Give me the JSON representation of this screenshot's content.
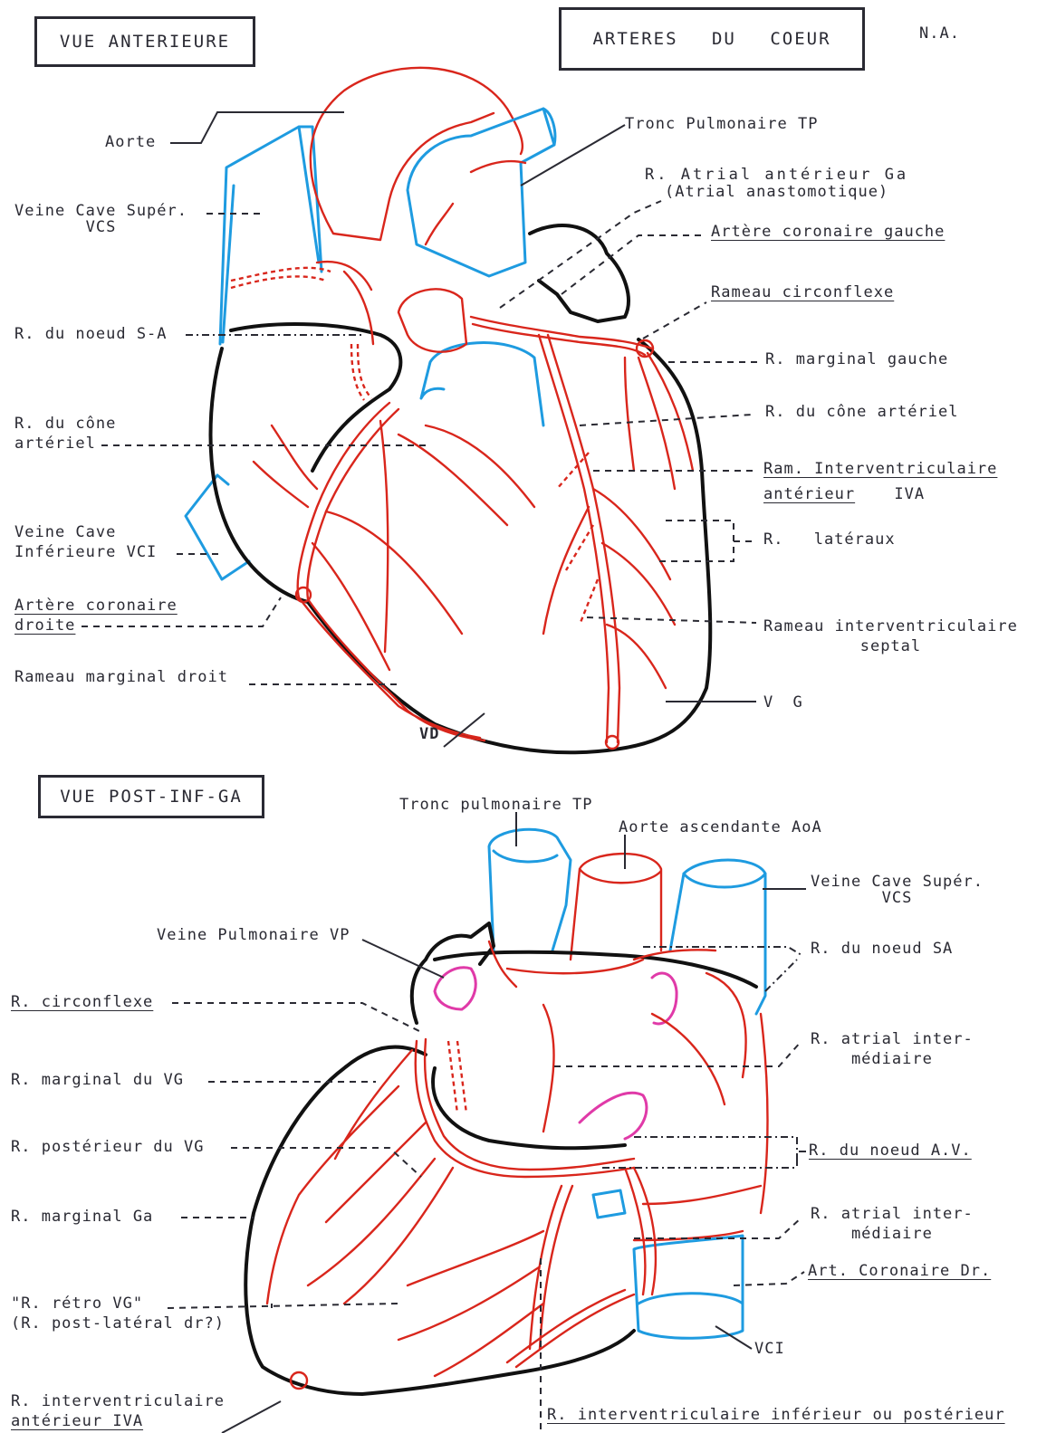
{
  "titles": {
    "view_anterior": "VUE ANTERIEURE",
    "main_title": "ARTERES DU COEUR",
    "author_initials": "N.A.",
    "view_posterior": "VUE POST-INF-GA"
  },
  "anterior_labels": {
    "aorte": "Aorte",
    "veine_cave_sup_1": "Veine Cave Supér.",
    "veine_cave_sup_2": "VCS",
    "noeud_sa": "R. du noeud S-A",
    "cone_arteriel_left_1": "R. du cône",
    "cone_arteriel_left_2": "artériel",
    "veine_cave_inf_1": "Veine Cave",
    "veine_cave_inf_2": "Inférieure VCI",
    "coronaire_droite_1": "Artère coronaire",
    "coronaire_droite_2": "droite",
    "marginal_droit": "Rameau marginal droit",
    "vd": "VD",
    "tronc_pulmonaire": "Tronc Pulmonaire TP",
    "atrial_anterieur_1": "R. Atrial antérieur Ga",
    "atrial_anterieur_2": "(Atrial anastomotique)",
    "coronaire_gauche": "Artère coronaire gauche",
    "circonflexe": "Rameau circonflexe",
    "marginal_gauche": "R. marginal gauche",
    "cone_arteriel_right": "R. du cône artériel",
    "iva_1": "Ram. Interventriculaire",
    "iva_2a": "antérieur",
    "iva_2b": "IVA",
    "lateraux": "R. latéraux",
    "septal_1": "Rameau interventriculaire",
    "septal_2": "septal",
    "vg": "V G"
  },
  "posterior_labels": {
    "tronc_pulmonaire": "Tronc pulmonaire TP",
    "aorte_ascendante": "Aorte ascendante AoA",
    "veine_cave_sup_1": "Veine Cave Supér.",
    "veine_cave_sup_2": "VCS",
    "veine_pulmonaire": "Veine Pulmonaire VP",
    "noeud_sa": "R. du noeud SA",
    "circonflexe": "R. circonflexe",
    "atrial_inter_1_a": "R. atrial inter-",
    "atrial_inter_1_b": "médiaire",
    "marginal_vg": "R. marginal du VG",
    "posterieur_vg": "R. postérieur du VG",
    "noeud_av": "R. du noeud A.V.",
    "marginal_ga": "R. marginal Ga",
    "atrial_inter_2_a": "R. atrial inter-",
    "atrial_inter_2_b": "médiaire",
    "coronaire_dr": "Art. Coronaire Dr.",
    "retro_vg_1": "\"R. rétro VG\"",
    "retro_vg_2": "(R. post-latéral dr?)",
    "vci": "VCI",
    "iva_1": "R. interventriculaire",
    "iva_2": "antérieur IVA",
    "ivp": "R. interventriculaire inférieur ou postérieur"
  },
  "colors": {
    "artery": "#d9261c",
    "vein": "#1e9be0",
    "pulmonary_vein": "#e03aa8",
    "outline": "#111111",
    "text": "#2a2a33"
  }
}
